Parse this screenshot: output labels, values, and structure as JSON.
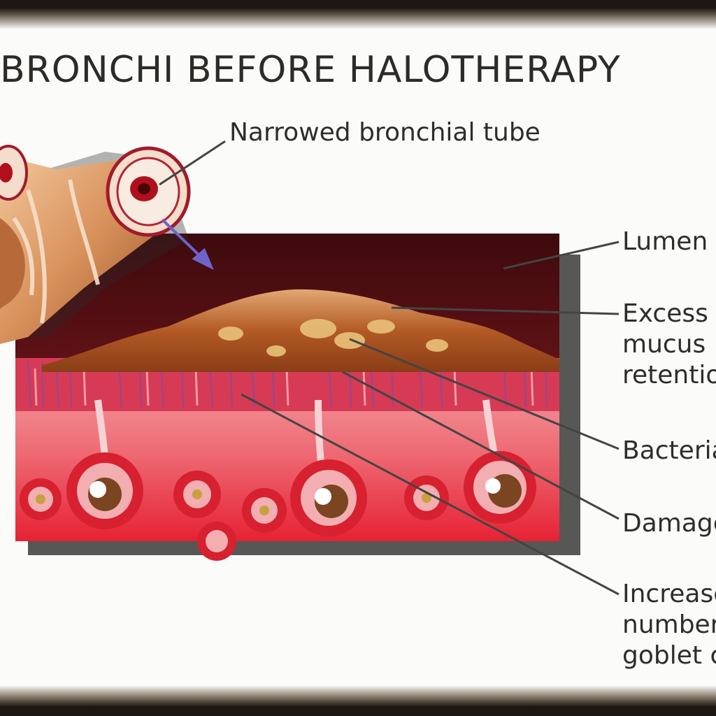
{
  "title": "BRONCHI BEFORE HALOTHERAPY",
  "labels": {
    "narrowed_tube": "Narrowed bronchial tube",
    "lumen": "Lumen",
    "excess_mucus": [
      "Excess",
      "mucus",
      "retention"
    ],
    "bacteria": "Bacteria",
    "damaged": "Damaged",
    "goblet_cells": [
      "Increased",
      "number of",
      "goblet cells"
    ]
  },
  "colors": {
    "lumen_dark": "#5a0d12",
    "mucus": "#c0692c",
    "tissue_red": "#d8283a",
    "tissue_pink": "#f08a8f",
    "tube_copper": "#d8905a",
    "leader_line": "#444444",
    "arrow": "#6f62c9"
  }
}
